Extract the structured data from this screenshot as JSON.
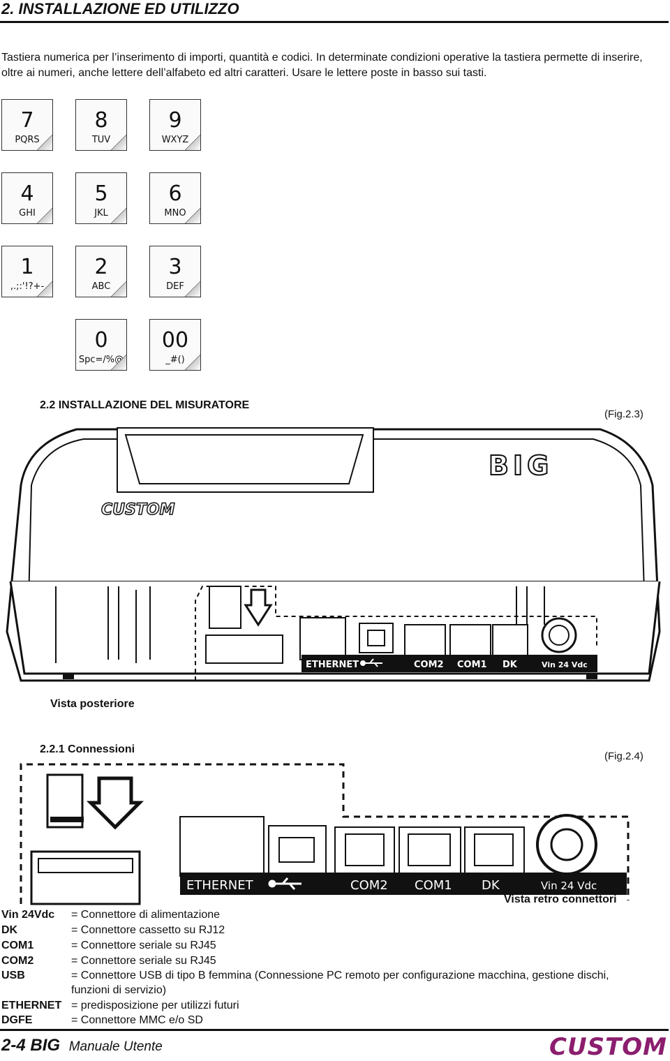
{
  "header": {
    "title": "2. INSTALLAZIONE ED UTILIZZO",
    "intro": "Tastiera numerica per l’inserimento di importi, quantità e codici. In determinate condizioni operative la tastiera permette di inserire, oltre ai numeri, anche lettere dell’alfabeto ed altri caratteri. Usare le lettere poste in basso sui tasti."
  },
  "keypad": [
    {
      "digit": "7",
      "letters": "PQRS"
    },
    {
      "digit": "8",
      "letters": "TUV"
    },
    {
      "digit": "9",
      "letters": "WXYZ"
    },
    {
      "digit": "4",
      "letters": "GHI"
    },
    {
      "digit": "5",
      "letters": "JKL"
    },
    {
      "digit": "6",
      "letters": "MNO"
    },
    {
      "digit": "1",
      "letters": ",.;:'!?+-"
    },
    {
      "digit": "2",
      "letters": "ABC"
    },
    {
      "digit": "3",
      "letters": "DEF"
    },
    {
      "digit": "0",
      "letters": "Spc=/%@"
    },
    {
      "digit": "00",
      "letters": "_#()"
    }
  ],
  "section_22": {
    "title": "2.2 INSTALLAZIONE DEL MISURATORE",
    "fig": "(Fig.2.3)",
    "caption": "Vista posteriore"
  },
  "device": {
    "brand_big": "BIG",
    "brand_custom": "CUSTOM",
    "ports": [
      "ETHERNET",
      "COM2",
      "COM1",
      "DK",
      "Vin 24 Vdc"
    ]
  },
  "section_221": {
    "title": "2.2.1 Connessioni",
    "fig": "(Fig.2.4)",
    "caption": "Vista retro connettori"
  },
  "detail": {
    "ports": [
      "ETHERNET",
      "COM2",
      "COM1",
      "DK",
      "Vin 24 Vdc"
    ]
  },
  "legend": [
    {
      "key": "Vin 24Vdc",
      "value": "= Connettore di alimentazione"
    },
    {
      "key": "DK",
      "value": "= Connettore cassetto su RJ12"
    },
    {
      "key": "COM1",
      "value": "= Connettore seriale su RJ45"
    },
    {
      "key": "COM2",
      "value": "= Connettore seriale su RJ45"
    },
    {
      "key": "USB",
      "value": "= Connettore USB di tipo B femmina (Connessione PC remoto per configurazione macchina, gestione dischi, funzioni di servizio)"
    },
    {
      "key": "ETHERNET",
      "value": "= predisposizione per utilizzi futuri"
    },
    {
      "key": "DGFE",
      "value": "= Connettore MMC e/o SD"
    }
  ],
  "footer": {
    "page": "2-4",
    "product": "BIG",
    "manual": "Manuale Utente",
    "logo": "CUSTOM"
  }
}
